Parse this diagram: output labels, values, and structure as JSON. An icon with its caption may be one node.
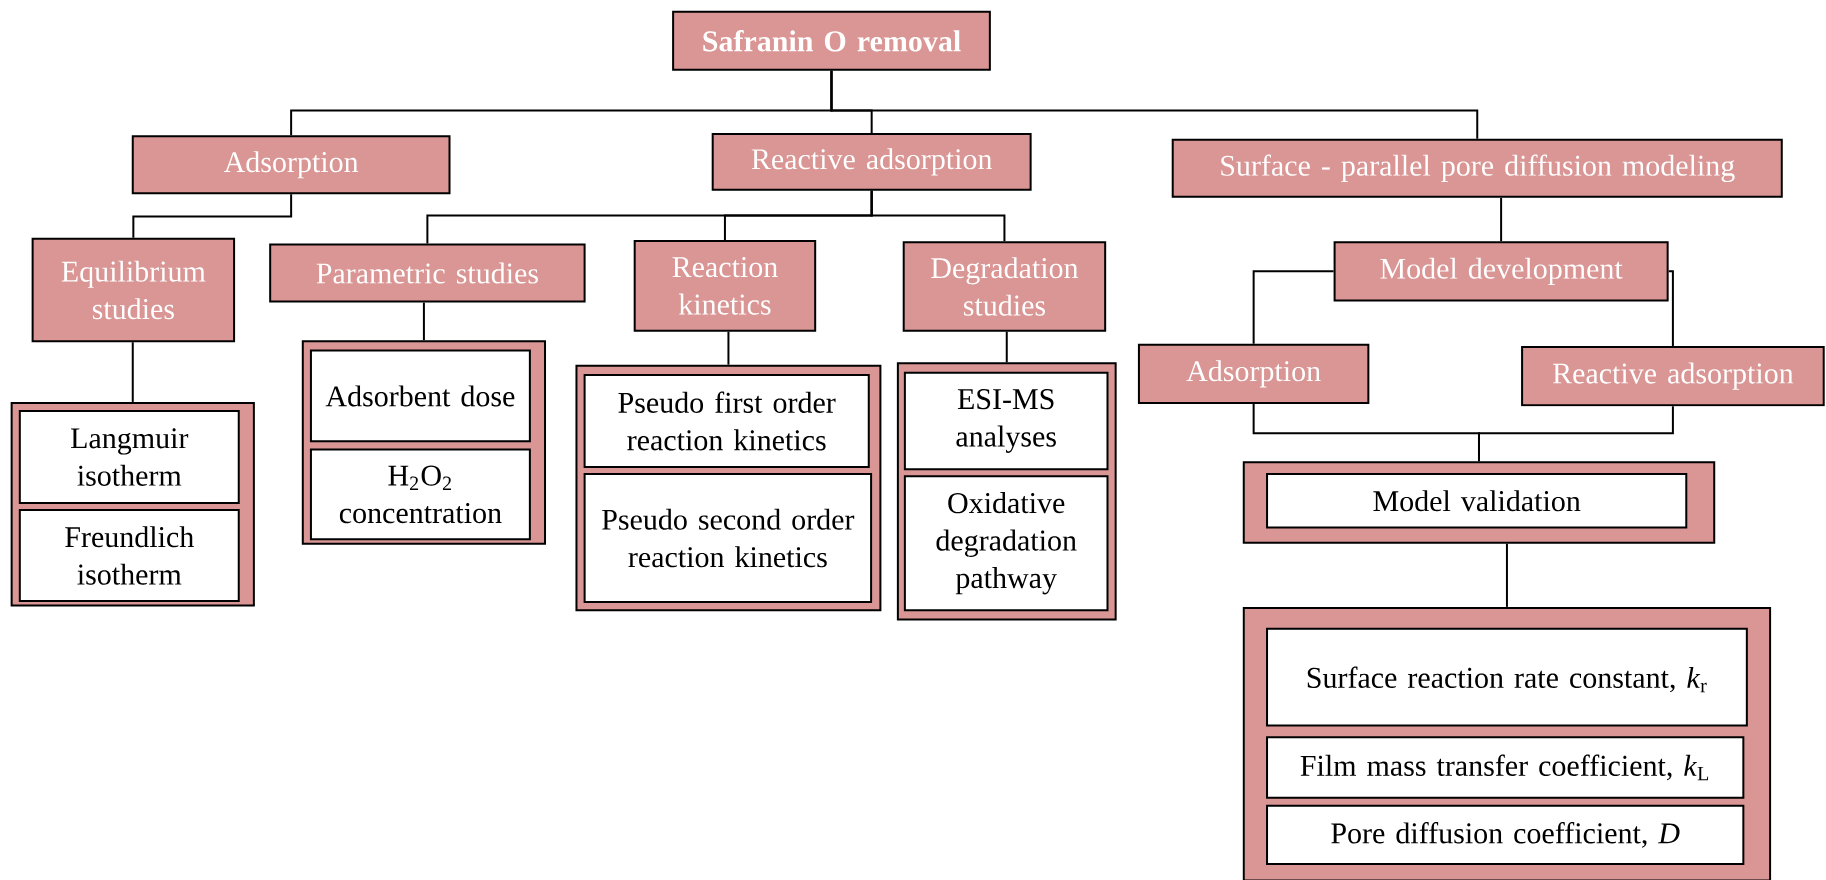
{
  "diagram": {
    "nodes": [
      {
        "text": [
          "Safranin O removal"
        ]
      },
      {
        "text": [
          "Adsorption"
        ]
      },
      {
        "text": [
          "Reactive adsorption"
        ]
      },
      {
        "text": [
          "Surface - parallel pore diffusion modeling"
        ]
      },
      {
        "text": [
          "Equilibrium studies"
        ]
      },
      {
        "text": [
          "Parametric studies"
        ]
      },
      {
        "text": [
          "Reaction kinetics"
        ]
      },
      {
        "text": [
          "Degradation studies"
        ]
      },
      {
        "text": [
          "Model development"
        ]
      },
      {
        "text": [
          "Adsorption"
        ]
      },
      {
        "text": [
          "Reactive adsorption"
        ]
      },
      {
        "text": [],
        "shape": "box"
      },
      {
        "text": [
          "Langmuir isotherm"
        ],
        "in": 11
      },
      {
        "text": [
          "Freundlich isotherm"
        ],
        "in": 11
      },
      {
        "text": [],
        "shape": "box"
      },
      {
        "text": [
          "Adsorbent dose"
        ],
        "in": 14
      },
      {
        "text": [
          "H$_{2}$O$_{2}$ concentration"
        ],
        "in": 14
      },
      {
        "text": [],
        "shape": "box"
      },
      {
        "text": [
          "Pseudo first order reaction kinetics"
        ],
        "in": 17
      },
      {
        "text": [
          "Pseudo second order reaction kinetics"
        ],
        "in": 17
      },
      {
        "text": [],
        "shape": "box"
      },
      {
        "text": [
          "ESI-MS analyses"
        ],
        "in": 20
      },
      {
        "text": [
          "Oxidative degradation pathway"
        ],
        "in": 20
      },
      {
        "text": [],
        "shape": "box"
      },
      {
        "text": [
          "Model validation"
        ],
        "in": 23
      },
      {
        "text": [],
        "shape": "box"
      },
      {
        "text": [
          "Surface reaction rate constant, *k*$_{r}$"
        ],
        "in": 25
      },
      {
        "text": [
          "Film mass transfer coefficient, *k*$_{L}$"
        ],
        "in": 25
      },
      {
        "text": [
          "Pore diffusion coefficient, *D*"
        ],
        "in": 25
      }
    ],
    "edges": [
      {
        "from": 0,
        "to": 1,
        "arrow": "none"
      },
      {
        "from": 0,
        "to": 2,
        "arrow": "none"
      },
      {
        "from": 0,
        "to": 3,
        "arrow": "none"
      },
      {
        "from": 1,
        "to": 4,
        "arrow": "none"
      },
      {
        "from": 2,
        "to": 5,
        "arrow": "none"
      },
      {
        "from": 2,
        "to": 6,
        "arrow": "none"
      },
      {
        "from": 2,
        "to": 7,
        "arrow": "none"
      },
      {
        "from": 3,
        "to": 8,
        "arrow": "none"
      },
      {
        "from": 8,
        "to": 9,
        "arrow": "none"
      },
      {
        "from": 8,
        "to": 10,
        "arrow": "none"
      },
      {
        "from": 4,
        "to": 11,
        "arrow": "none"
      },
      {
        "from": 5,
        "to": 14,
        "arrow": "none"
      },
      {
        "from": 6,
        "to": 17,
        "arrow": "none"
      },
      {
        "from": 7,
        "to": 20,
        "arrow": "none"
      },
      {
        "from": 9,
        "to": 23,
        "arrow": "none"
      },
      {
        "from": 10,
        "to": 23,
        "arrow": "none"
      },
      {
        "from": 23,
        "to": 25,
        "arrow": "none"
      }
    ]
  }
}
